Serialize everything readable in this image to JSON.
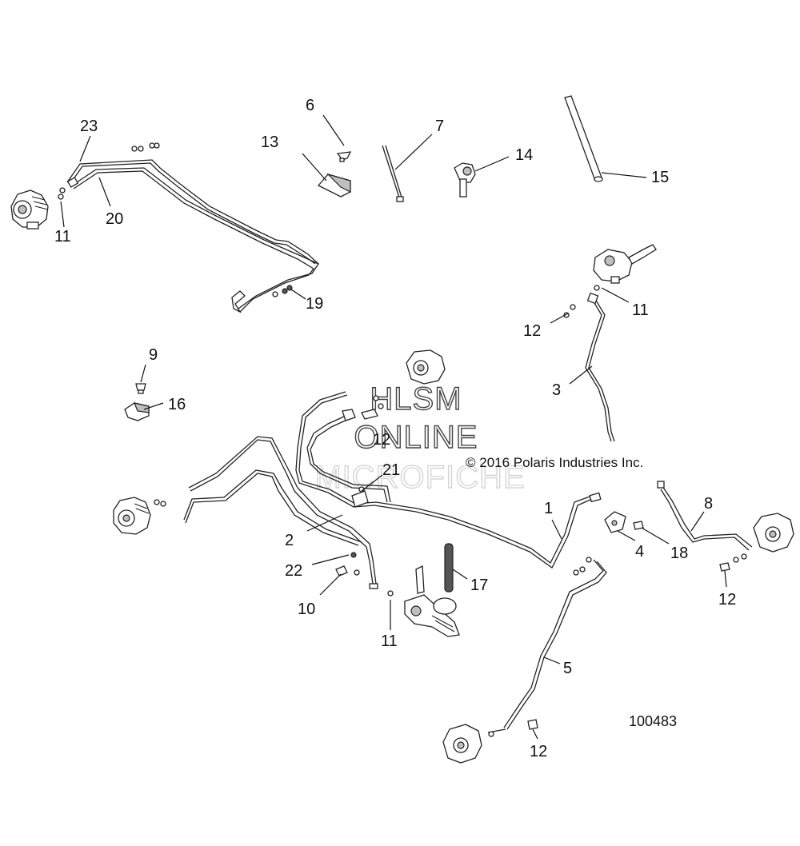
{
  "callouts": {
    "c1": "1",
    "c2": "2",
    "c3": "3",
    "c4": "4",
    "c5": "5",
    "c6": "6",
    "c7": "7",
    "c8": "8",
    "c9": "9",
    "c10": "10",
    "c11a": "11",
    "c11b": "11",
    "c11c": "11",
    "c12a": "12",
    "c12b": "12",
    "c12c": "12",
    "c12d": "12",
    "c13": "13",
    "c14": "14",
    "c15": "15",
    "c16": "16",
    "c17": "17",
    "c18": "18",
    "c19": "19",
    "c20": "20",
    "c21": "21",
    "c22": "22",
    "c23": "23"
  },
  "watermark": {
    "line1": "HLSM",
    "line2": "ONLINE",
    "line3": "MICROFICHE"
  },
  "copyright": "© 2016 Polaris Industries Inc.",
  "figure_number": "100483"
}
